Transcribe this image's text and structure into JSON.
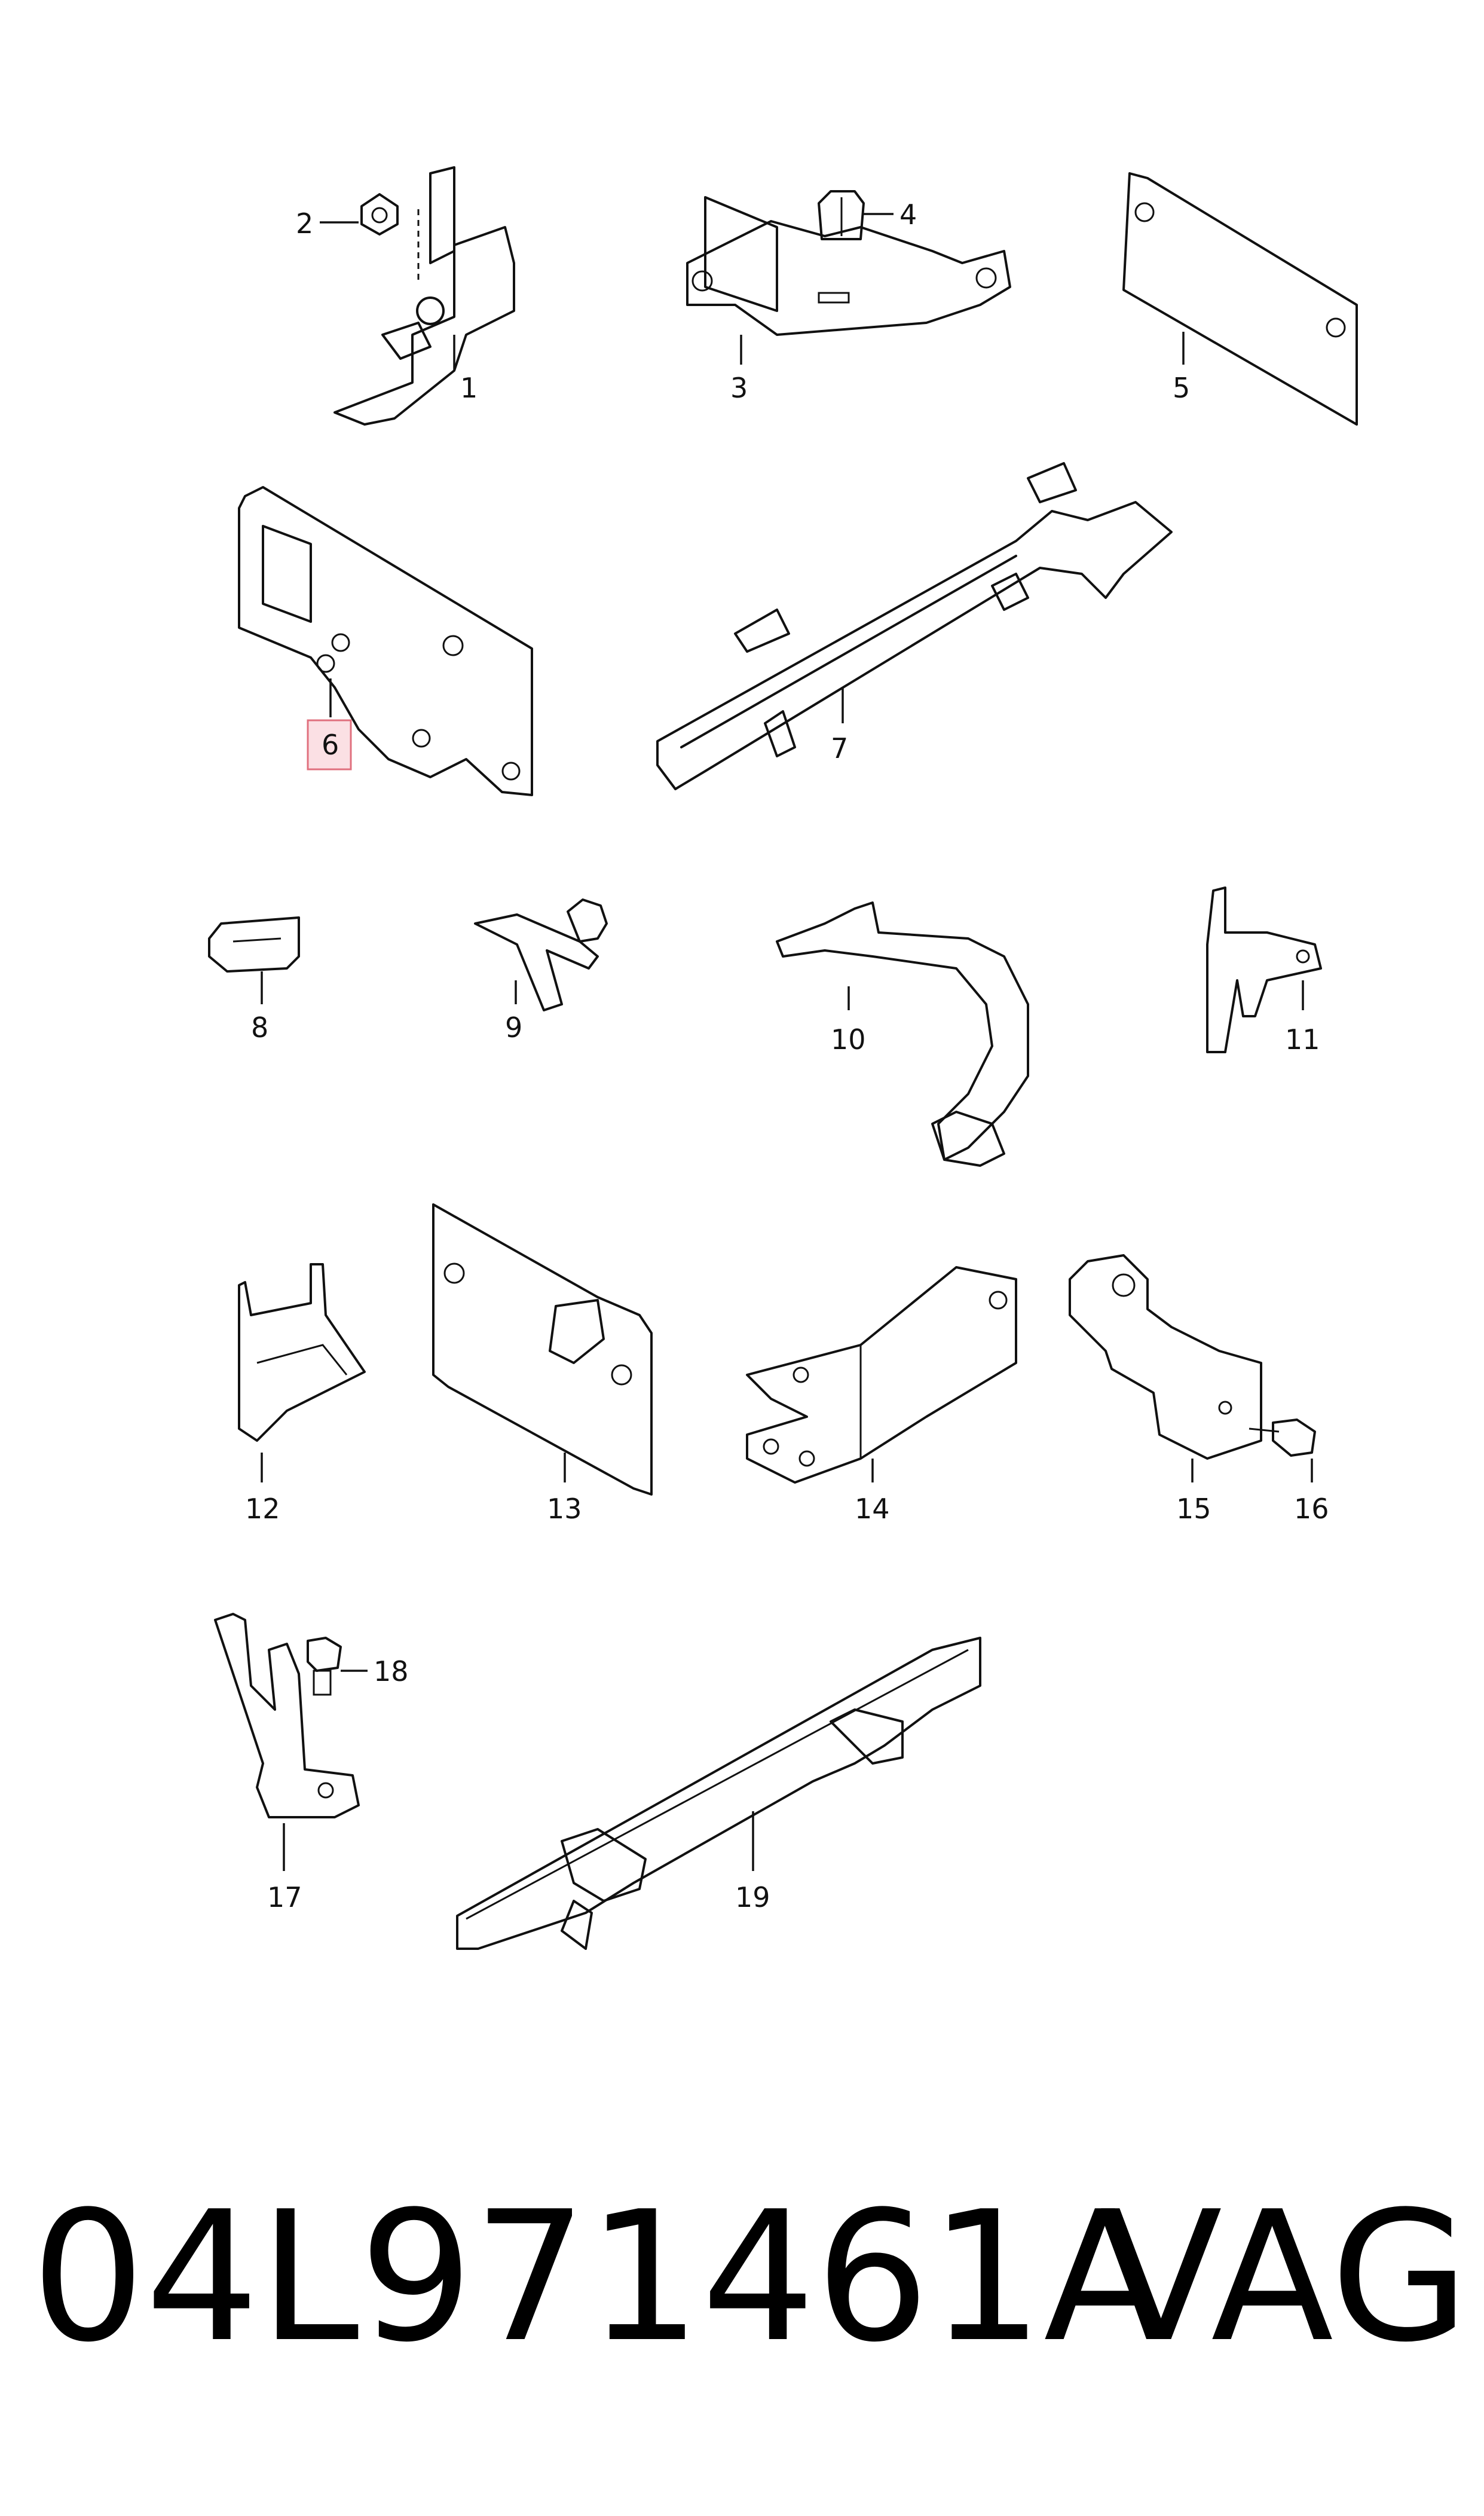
{
  "callouts": [
    "1",
    "2",
    "3",
    "4",
    "5",
    "6",
    "7",
    "8",
    "9",
    "10",
    "11",
    "12",
    "13",
    "14",
    "15",
    "16",
    "17",
    "18",
    "19"
  ],
  "highlighted_callout": "6",
  "footer": {
    "part_number": "04L971461A",
    "brand": "VAG"
  },
  "colors": {
    "line": "#111111",
    "highlight_fill": "#fbe0e4",
    "highlight_stroke": "#e0707e"
  }
}
